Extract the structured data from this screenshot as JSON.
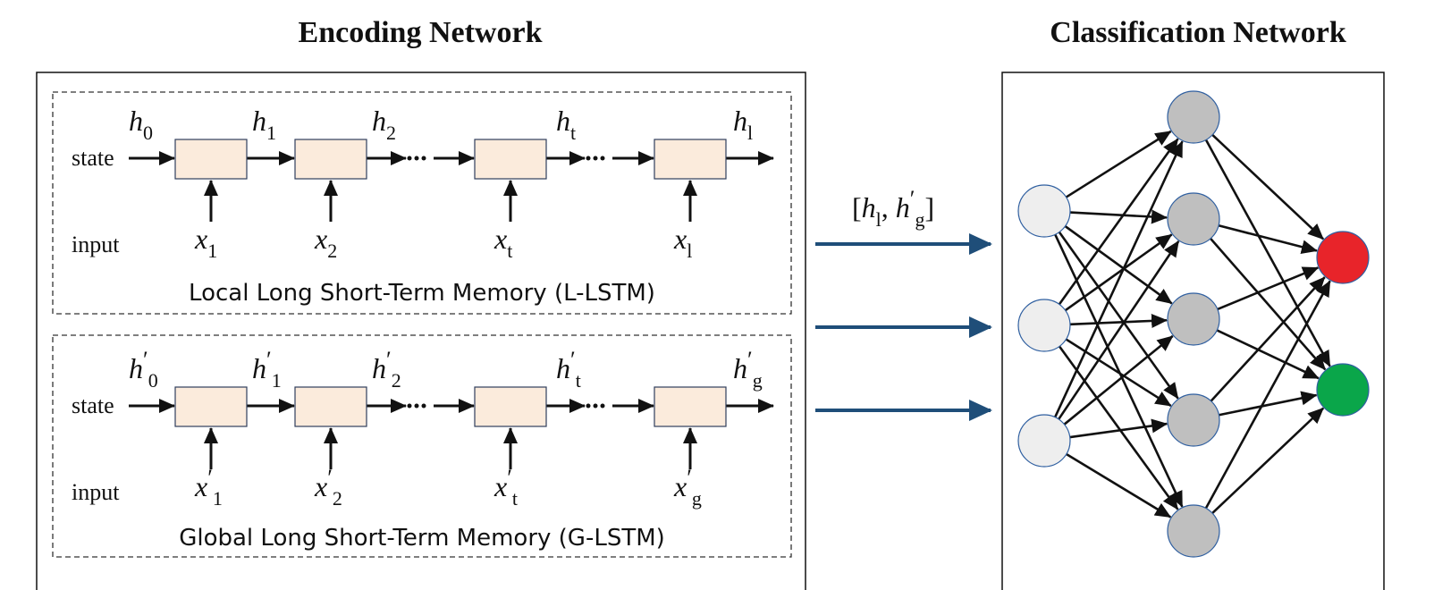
{
  "titles": {
    "encoding": "Encoding Network",
    "classification": "Classification Network"
  },
  "lstm_local": {
    "caption": "Local Long Short-Term Memory (L-LSTM)",
    "state_label": "state",
    "input_label": "input",
    "states": [
      {
        "base": "h",
        "sub": "0",
        "prime": false
      },
      {
        "base": "h",
        "sub": "1",
        "prime": false
      },
      {
        "base": "h",
        "sub": "2",
        "prime": false
      },
      {
        "base": "h",
        "sub": "t",
        "prime": false
      },
      {
        "base": "h",
        "sub": "l",
        "prime": false
      }
    ],
    "inputs": [
      {
        "base": "x",
        "sub": "1",
        "prime": false
      },
      {
        "base": "x",
        "sub": "2",
        "prime": false
      },
      {
        "base": "x",
        "sub": "t",
        "prime": false
      },
      {
        "base": "x",
        "sub": "l",
        "prime": false
      }
    ]
  },
  "lstm_global": {
    "caption": "Global Long Short-Term Memory (G-LSTM)",
    "state_label": "state",
    "input_label": "input",
    "states": [
      {
        "base": "h",
        "sub": "0",
        "prime": true
      },
      {
        "base": "h",
        "sub": "1",
        "prime": true
      },
      {
        "base": "h",
        "sub": "2",
        "prime": true
      },
      {
        "base": "h",
        "sub": "t",
        "prime": true
      },
      {
        "base": "h",
        "sub": "g",
        "prime": true
      }
    ],
    "inputs": [
      {
        "base": "x",
        "sub": "1",
        "prime": true
      },
      {
        "base": "x",
        "sub": "2",
        "prime": true
      },
      {
        "base": "x",
        "sub": "t",
        "prime": true
      },
      {
        "base": "x",
        "sub": "g",
        "prime": true
      }
    ]
  },
  "connector_label": "[h_l, h'_g]",
  "colors": {
    "cell_fill": "#fbebdc",
    "cell_stroke": "#2f3e5c",
    "arrow_blue": "#1f4e79",
    "input_node": "#eeeeee",
    "hidden_node": "#bfbfbf",
    "output_red": "#e8242a",
    "output_green": "#0aa64a",
    "node_stroke": "#2f5fa0"
  },
  "network": {
    "layers": [
      3,
      5,
      2
    ],
    "output_colors": [
      "red",
      "green"
    ]
  }
}
